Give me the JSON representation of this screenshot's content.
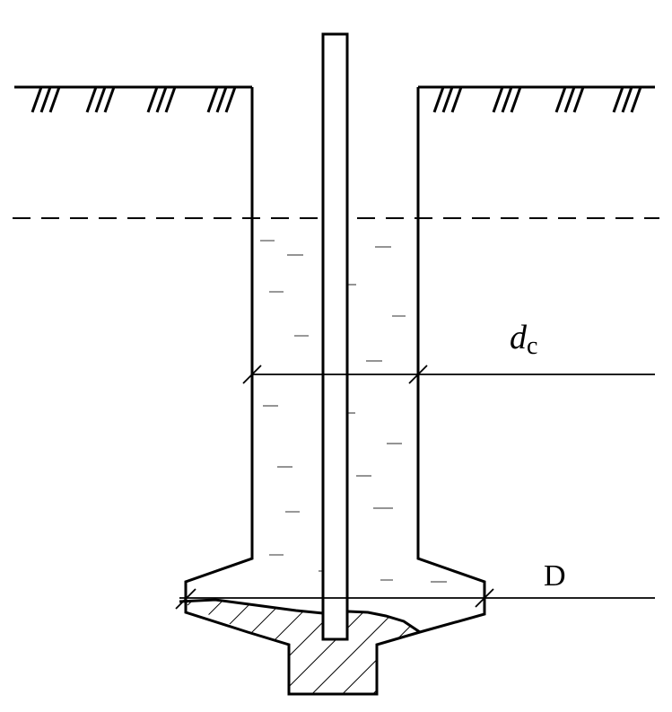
{
  "labels": {
    "diameter_symbol": "d",
    "diameter_subscript": "c",
    "enlarged_base_diameter": "D"
  },
  "colors": {
    "line": "#000000",
    "background": "#ffffff"
  }
}
